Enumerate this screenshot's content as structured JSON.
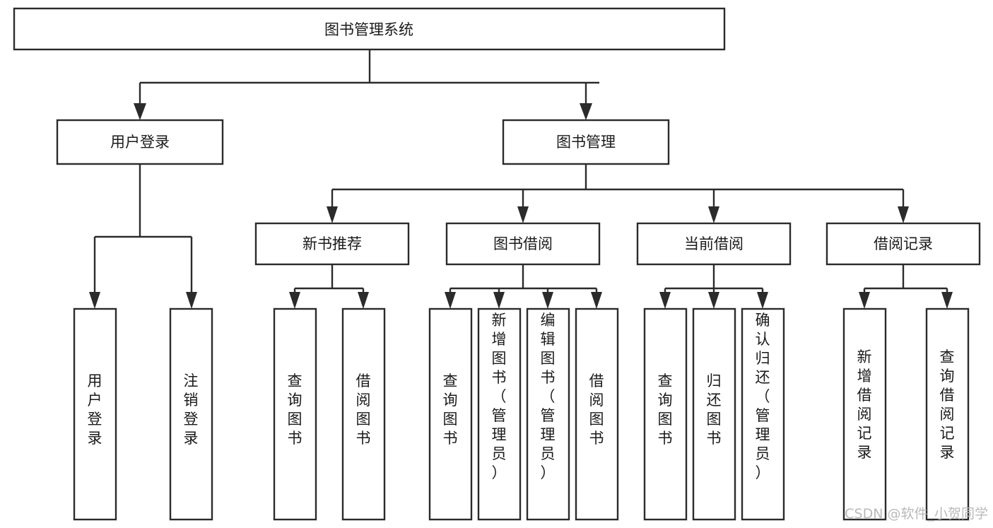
{
  "diagram": {
    "type": "tree-hierarchy",
    "orientation": "top-down",
    "title": "图书管理系统",
    "colors": {
      "box_stroke": "#2b2b2b",
      "box_fill": "#ffffff",
      "connector": "#2b2b2b",
      "text": "#1a1a1a",
      "background": "#ffffff",
      "watermark": "#b9b9b9"
    },
    "root": {
      "label": "图书管理系统",
      "text_orientation": "horizontal"
    },
    "level2": [
      {
        "label": "用户登录",
        "text_orientation": "horizontal"
      },
      {
        "label": "图书管理",
        "text_orientation": "horizontal"
      }
    ],
    "level3": [
      {
        "label": "新书推荐",
        "text_orientation": "horizontal",
        "parent": "图书管理"
      },
      {
        "label": "图书借阅",
        "text_orientation": "horizontal",
        "parent": "图书管理"
      },
      {
        "label": "当前借阅",
        "text_orientation": "horizontal",
        "parent": "图书管理"
      },
      {
        "label": "借阅记录",
        "text_orientation": "horizontal",
        "parent": "图书管理"
      }
    ],
    "leaves": {
      "用户登录": [
        {
          "label": "用户登录",
          "text_orientation": "vertical"
        },
        {
          "label": "注销登录",
          "text_orientation": "vertical"
        }
      ],
      "新书推荐": [
        {
          "label": "查询图书",
          "text_orientation": "vertical"
        },
        {
          "label": "借阅图书",
          "text_orientation": "vertical"
        }
      ],
      "图书借阅": [
        {
          "label": "查询图书",
          "text_orientation": "vertical"
        },
        {
          "label": "新增图书（管理员）",
          "text_orientation": "vertical"
        },
        {
          "label": "编辑图书（管理员）",
          "text_orientation": "vertical"
        },
        {
          "label": "借阅图书",
          "text_orientation": "vertical"
        }
      ],
      "当前借阅": [
        {
          "label": "查询图书",
          "text_orientation": "vertical"
        },
        {
          "label": "归还图书",
          "text_orientation": "vertical"
        },
        {
          "label": "确认归还（管理员）",
          "text_orientation": "vertical"
        }
      ],
      "借阅记录": [
        {
          "label": "新增借阅记录",
          "text_orientation": "vertical"
        },
        {
          "label": "查询借阅记录",
          "text_orientation": "vertical"
        }
      ]
    }
  },
  "watermark": {
    "text": "CSDN @软件_小贺同学"
  }
}
